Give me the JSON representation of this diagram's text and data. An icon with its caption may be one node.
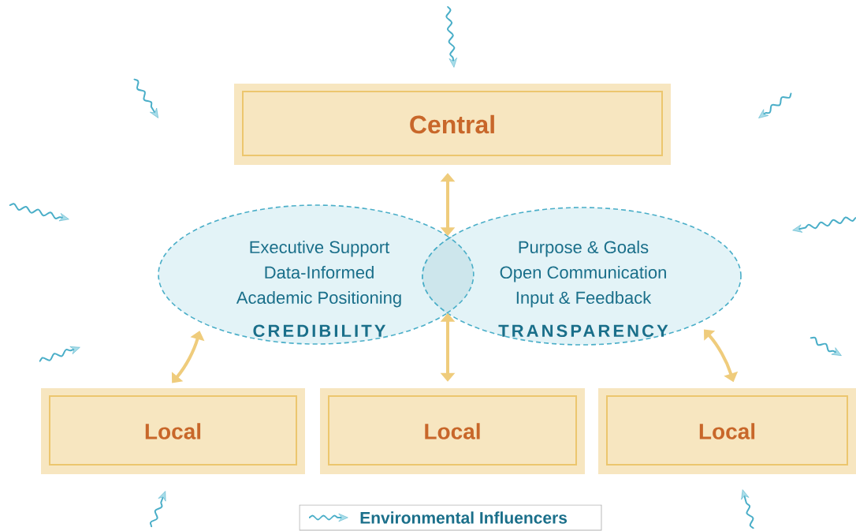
{
  "diagram": {
    "nodes": [
      {
        "text": [
          "Central"
        ]
      },
      {
        "text": [
          "Executive Support",
          "Data-Informed",
          "Academic Positioning",
          "CREDIBILITY"
        ]
      },
      {
        "text": [
          "Purpose & Goals",
          "Open Communication",
          "Input & Feedback",
          "TRANSPARENCY"
        ]
      },
      {
        "text": [],
        "shape": "lens"
      },
      {
        "text": [
          "Local"
        ]
      },
      {
        "text": [
          "Local"
        ]
      },
      {
        "text": [
          "Local"
        ]
      }
    ],
    "edges": [
      {
        "from": 0,
        "to": 3,
        "arrow": "both"
      },
      {
        "from": 1,
        "to": 4,
        "arrow": "both"
      },
      {
        "from": 3,
        "to": 5,
        "arrow": "both"
      },
      {
        "from": 2,
        "to": 6,
        "arrow": "both"
      }
    ],
    "legend": [
      {
        "text": "Environmental Influencers"
      }
    ]
  }
}
